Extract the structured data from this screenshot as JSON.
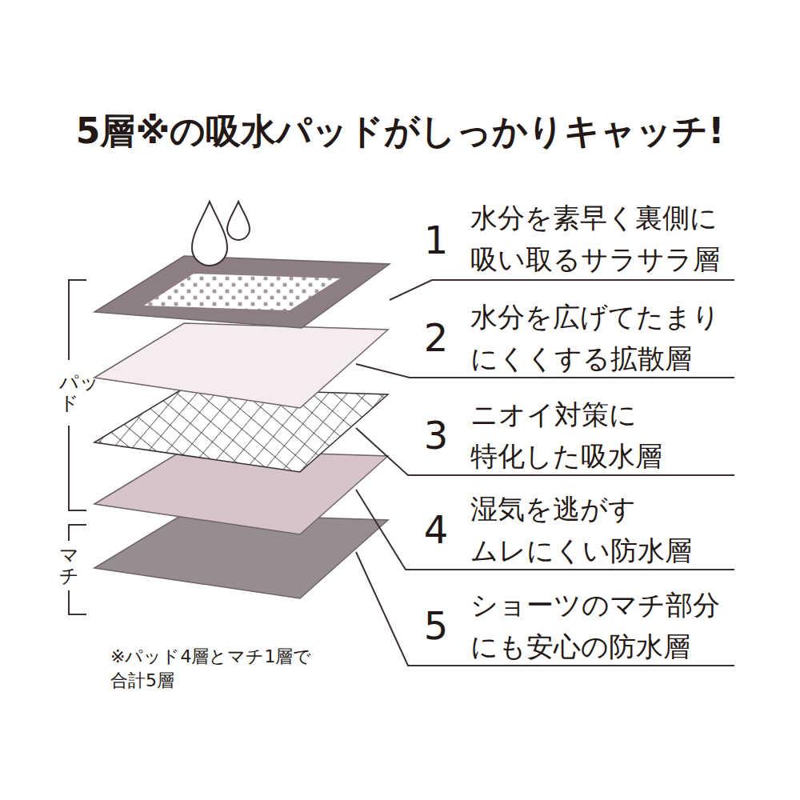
{
  "diagram": {
    "title": "5層※の吸水パッドがしっかりキャッチ!",
    "labels": [
      "1",
      "水分を素早く裏側に 吸い取るサラサラ層",
      "2",
      "水分を広げてたまり にくくする拡散層",
      "3",
      "ニオイ対策に 特化した吸水層",
      "4",
      "湿気を逃がす ムレにくい防水層",
      "5",
      "ショーツのマチ部分 にも安心の防水層",
      "パッド",
      "マチ",
      "※パッド4層とマチ1層で 合計5層"
    ]
  }
}
